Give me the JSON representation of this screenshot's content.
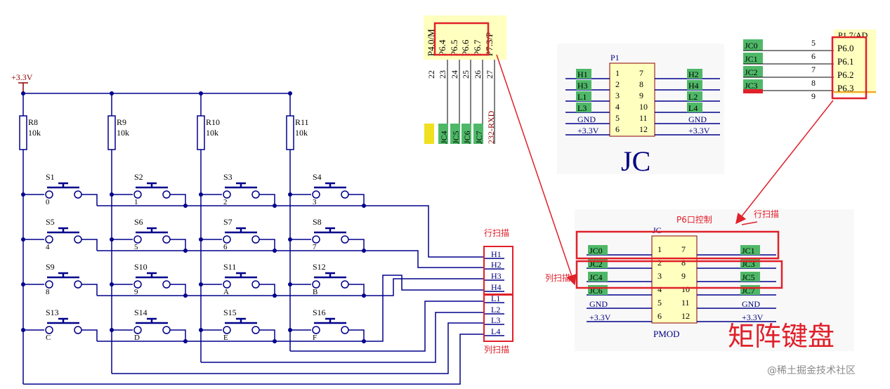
{
  "colors": {
    "wire": "#00008b",
    "text": "#000080",
    "darkred": "#8b0000",
    "red": "#e0202a",
    "green": "#4fb868",
    "yellow": "#ffffc0",
    "label": "#000000"
  },
  "matrix": {
    "power_label": "+3.3V",
    "resistors": [
      {
        "ref": "R8",
        "value": "10k"
      },
      {
        "ref": "R9",
        "value": "10k"
      },
      {
        "ref": "R10",
        "value": "10k"
      },
      {
        "ref": "R11",
        "value": "10k"
      }
    ],
    "switches": [
      {
        "ref": "S1",
        "key": "0"
      },
      {
        "ref": "S2",
        "key": "1"
      },
      {
        "ref": "S3",
        "key": "2"
      },
      {
        "ref": "S4",
        "key": "3"
      },
      {
        "ref": "S5",
        "key": "4"
      },
      {
        "ref": "S6",
        "key": "5"
      },
      {
        "ref": "S7",
        "key": "6"
      },
      {
        "ref": "S8",
        "key": "7"
      },
      {
        "ref": "S9",
        "key": "8"
      },
      {
        "ref": "S10",
        "key": "9"
      },
      {
        "ref": "S11",
        "key": "A"
      },
      {
        "ref": "S12",
        "key": "B"
      },
      {
        "ref": "S13",
        "key": "C"
      },
      {
        "ref": "S14",
        "key": "D"
      },
      {
        "ref": "S15",
        "key": "E"
      },
      {
        "ref": "S16",
        "key": "F"
      }
    ],
    "nets": [
      "H1",
      "H2",
      "H3",
      "H4",
      "L1",
      "L2",
      "L3",
      "L4"
    ],
    "row_scan_label": "行扫描",
    "col_scan_label": "列扫描"
  },
  "mcu_top": {
    "pins_top": [
      "P4.0/M",
      "P6.4",
      "P6.5",
      "P6.6",
      "P6.7",
      "P7.3/P"
    ],
    "pin_numbers": [
      "22",
      "23",
      "24",
      "25",
      "26",
      "27"
    ],
    "nets": [
      "JC4",
      "JC5",
      "JC6",
      "JC7"
    ],
    "last_net": "232-RXD"
  },
  "mcu_right": {
    "header": "P1.7/AD",
    "nets": [
      "JC0",
      "JC1",
      "JC2",
      "JC3"
    ],
    "pin_numbers": [
      "5",
      "6",
      "7",
      "8",
      "9"
    ],
    "pins": [
      "P6.0",
      "P6.1",
      "P6.2",
      "P6.3"
    ]
  },
  "p1": {
    "ref": "P1",
    "left_nets": [
      "H1",
      "H3",
      "L1",
      "L3",
      "GND",
      "+3.3V"
    ],
    "right_nets": [
      "H2",
      "H4",
      "L2",
      "L4",
      "GND",
      "+3.3V"
    ],
    "left_pins": [
      "1",
      "2",
      "3",
      "4",
      "5",
      "6"
    ],
    "right_pins": [
      "7",
      "8",
      "9",
      "10",
      "11",
      "12"
    ],
    "big_label": "JC"
  },
  "pmod": {
    "ref": "JC",
    "left_nets": [
      "JC0",
      "JC2",
      "JC4",
      "JC6",
      "GND",
      "+3.3V"
    ],
    "right_nets": [
      "JC1",
      "JC3",
      "JC5",
      "JC7",
      "GND",
      "+3.3V"
    ],
    "left_pins": [
      "1",
      "2",
      "3",
      "4",
      "5",
      "6"
    ],
    "right_pins": [
      "7",
      "8",
      "9",
      "10",
      "11",
      "12"
    ],
    "name": "PMOD",
    "p6_label": "P6口控制",
    "row_scan_label": "行扫描",
    "col_scan_label": "列扫描",
    "title": "矩阵键盘"
  },
  "watermark": "@稀土掘金技术社区"
}
